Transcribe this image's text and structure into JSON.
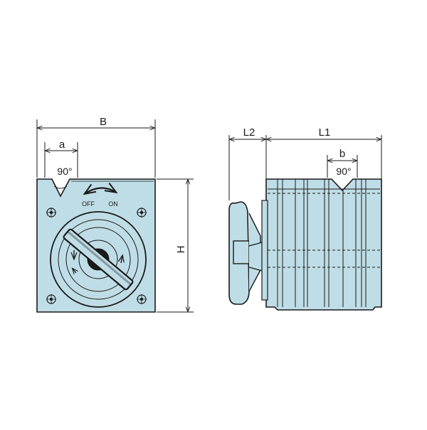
{
  "colors": {
    "body_fill": "#bfdde6",
    "line": "#1a1a1a",
    "background": "#ffffff"
  },
  "front_view": {
    "dim_width_label": "B",
    "dim_vgroove_label": "a",
    "dim_height_label": "H",
    "vgroove_angle_label": "90°",
    "switch_off_label": "OFF",
    "switch_on_label": "ON",
    "icons": [
      "rotate-arrow-icon",
      "mounting-screw-icon",
      "lever-handle-icon"
    ]
  },
  "side_view": {
    "dim_body_length_label": "L1",
    "dim_handle_length_label": "L2",
    "dim_vgroove_label": "b",
    "vgroove_angle_label": "90°"
  }
}
